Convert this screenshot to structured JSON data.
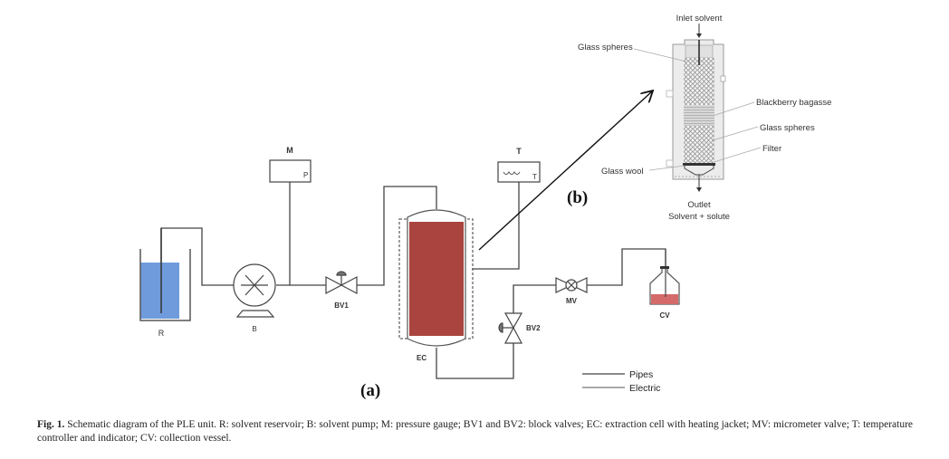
{
  "figure": {
    "panel_a_label": "(a)",
    "panel_b_label": "(b)",
    "components": {
      "reservoir": "R",
      "pump": "B",
      "gauge": "M",
      "gauge_letter": "P",
      "block_valve_1": "BV1",
      "block_valve_2": "BV2",
      "extraction_cell": "EC",
      "temperature": "T",
      "temperature_letter": "T",
      "micrometer_valve": "MV",
      "collection_vessel": "CV"
    },
    "colors": {
      "solvent": "#6f9bdc",
      "bagasse": "#a9443e",
      "collected": "#d46a6a"
    },
    "legend": {
      "pipes": "Pipes",
      "electric": "Electric"
    },
    "inset": {
      "inlet": "Inlet solvent",
      "glass_spheres_top": "Glass spheres",
      "blackberry_bagasse": "Blackberry bagasse",
      "glass_spheres_bottom": "Glass spheres",
      "filter": "Filter",
      "glass_wool": "Glass wool",
      "outlet": "Outlet",
      "outlet_sub": "Solvent + solute"
    }
  },
  "caption": {
    "label": "Fig. 1.",
    "text": " Schematic diagram of the PLE unit. R: solvent reservoir; B: solvent pump; M: pressure gauge; BV1 and BV2: block valves; EC: extraction cell with heating jacket; MV: micrometer valve; T: temperature controller and indicator; CV: collection vessel."
  }
}
